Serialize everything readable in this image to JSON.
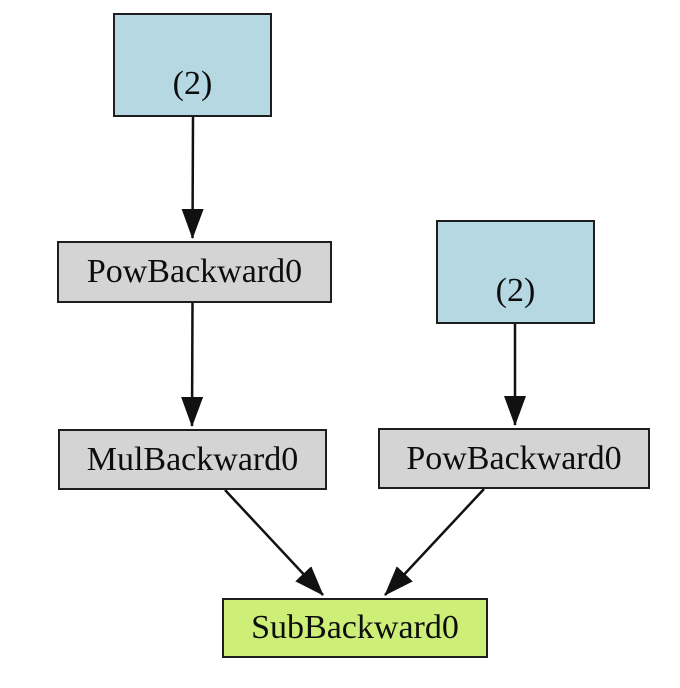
{
  "diagram": {
    "title": "autograd-backward-graph",
    "nodes": [
      {
        "id": "tensor-left",
        "label": "(2)",
        "kind": "tensor",
        "fill": "#b5d8e2"
      },
      {
        "id": "pow-left",
        "label": "PowBackward0",
        "kind": "op",
        "fill": "#d4d4d4"
      },
      {
        "id": "mul",
        "label": "MulBackward0",
        "kind": "op",
        "fill": "#d4d4d4"
      },
      {
        "id": "tensor-right",
        "label": "(2)",
        "kind": "tensor",
        "fill": "#b5d8e2"
      },
      {
        "id": "pow-right",
        "label": "PowBackward0",
        "kind": "op",
        "fill": "#d4d4d4"
      },
      {
        "id": "sub",
        "label": "SubBackward0",
        "kind": "output",
        "fill": "#cdef78"
      }
    ],
    "edges": [
      {
        "from": "tensor-left",
        "to": "pow-left"
      },
      {
        "from": "pow-left",
        "to": "mul"
      },
      {
        "from": "tensor-right",
        "to": "pow-right"
      },
      {
        "from": "mul",
        "to": "sub"
      },
      {
        "from": "pow-right",
        "to": "sub"
      }
    ],
    "colors": {
      "tensor_fill": "#b5d8e2",
      "op_fill": "#d4d4d4",
      "output_fill": "#cdef78",
      "border": "#1e1e1e",
      "edge": "#111111",
      "background": "#ffffff"
    }
  }
}
